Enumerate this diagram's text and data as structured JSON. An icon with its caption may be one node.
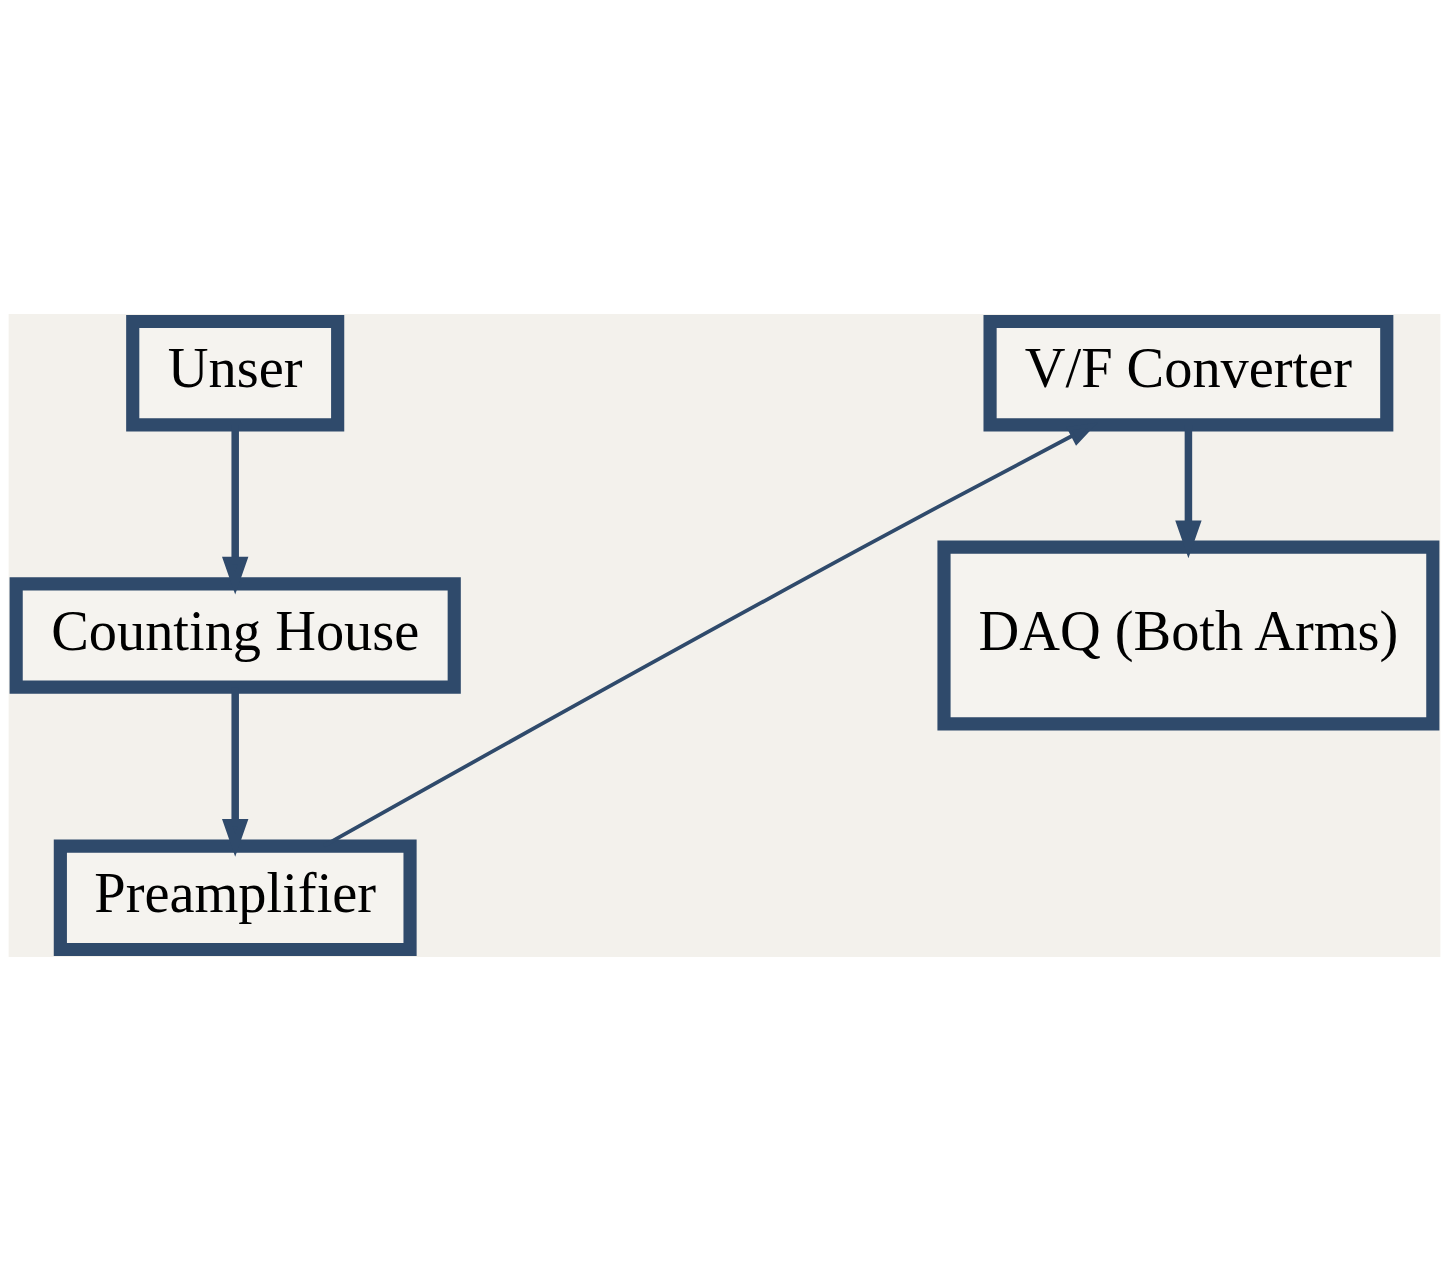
{
  "diagram": {
    "nodes": [
      {
        "text": [
          "Unser"
        ]
      },
      {
        "text": [
          "Counting House"
        ]
      },
      {
        "text": [
          "Preamplifier"
        ]
      },
      {
        "text": [
          "V/F Converter"
        ]
      },
      {
        "text": [
          "DAQ (Both Arms)"
        ]
      }
    ],
    "edges": [
      {
        "from": 0,
        "to": 1,
        "arrow": "to"
      },
      {
        "from": 1,
        "to": 2,
        "arrow": "to"
      },
      {
        "from": 2,
        "to": 3,
        "arrow": "to"
      },
      {
        "from": 3,
        "to": 4,
        "arrow": "to"
      }
    ]
  }
}
